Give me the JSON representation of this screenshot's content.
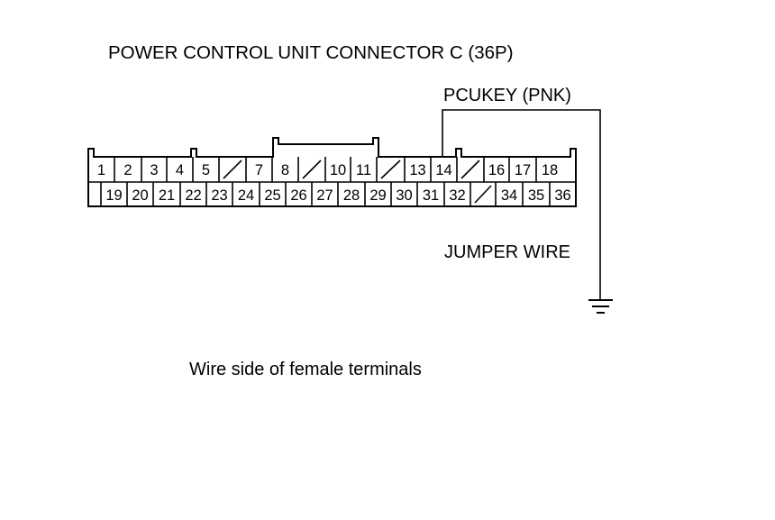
{
  "title": "POWER CONTROL UNIT CONNECTOR C (36P)",
  "wire_label": "PCUKEY (PNK)",
  "jumper_label": "JUMPER WIRE",
  "caption": "Wire side of female terminals",
  "connector": {
    "top_row": [
      "1",
      "2",
      "3",
      "4",
      "5",
      "",
      "7",
      "8",
      "",
      "10",
      "11",
      "",
      "13",
      "14",
      "",
      "16",
      "17",
      "18"
    ],
    "bottom_row": [
      "",
      "19",
      "20",
      "21",
      "22",
      "23",
      "24",
      "25",
      "26",
      "27",
      "28",
      "29",
      "30",
      "31",
      "32",
      "",
      "34",
      "35",
      "36"
    ]
  },
  "icons": [
    "ground-icon"
  ]
}
